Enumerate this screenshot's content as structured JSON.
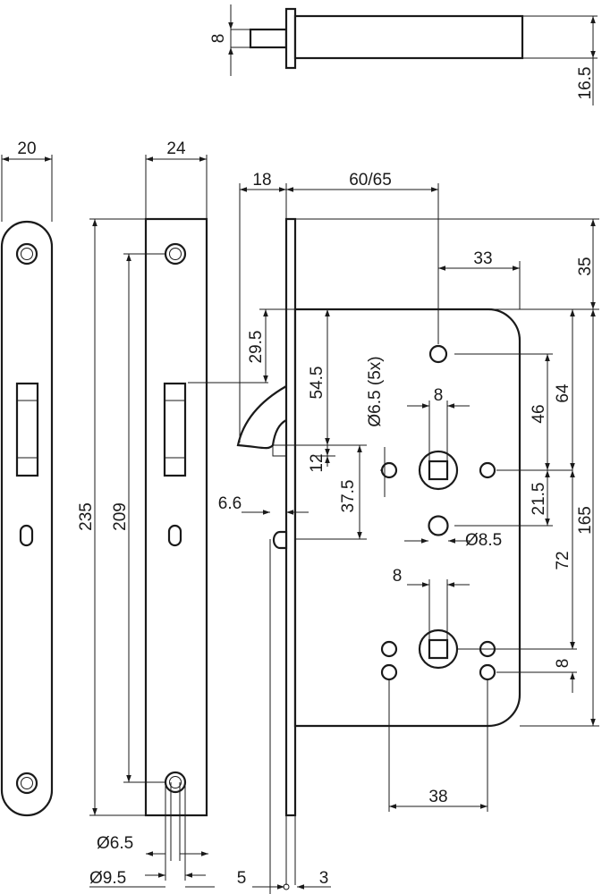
{
  "dimensions": {
    "spindle_height": "8",
    "spindle_overall": "16.5",
    "faceplate_width_rounded": "20",
    "faceplate_width_square": "24",
    "forend_overall_height": "235",
    "screw_centers": "209",
    "latch_throw": "18",
    "backset": "60/65",
    "top_offset": "35",
    "follower_to_edge": "33",
    "latch_top": "29.5",
    "latch_depth": "54.5",
    "hole_dia_5x": "Ø6.5 (5x)",
    "square_upper": "8",
    "upper_hole_spacing": "46",
    "body_to_follower": "64",
    "latch_height": "12",
    "bolt_depth": "37.5",
    "latch_offset": "6.6",
    "follower_to_hole": "21.5",
    "hole_dia_middle": "Ø8.5",
    "overall_body": "165",
    "square_lower": "8",
    "follower_spacing": "72",
    "lower_hole_spacing": "8",
    "lower_hole_pitch": "38",
    "screw_hole_dia": "Ø6.5",
    "screw_head_dia": "Ø9.5",
    "forend_thickness": "5",
    "plate_thickness": "3"
  }
}
